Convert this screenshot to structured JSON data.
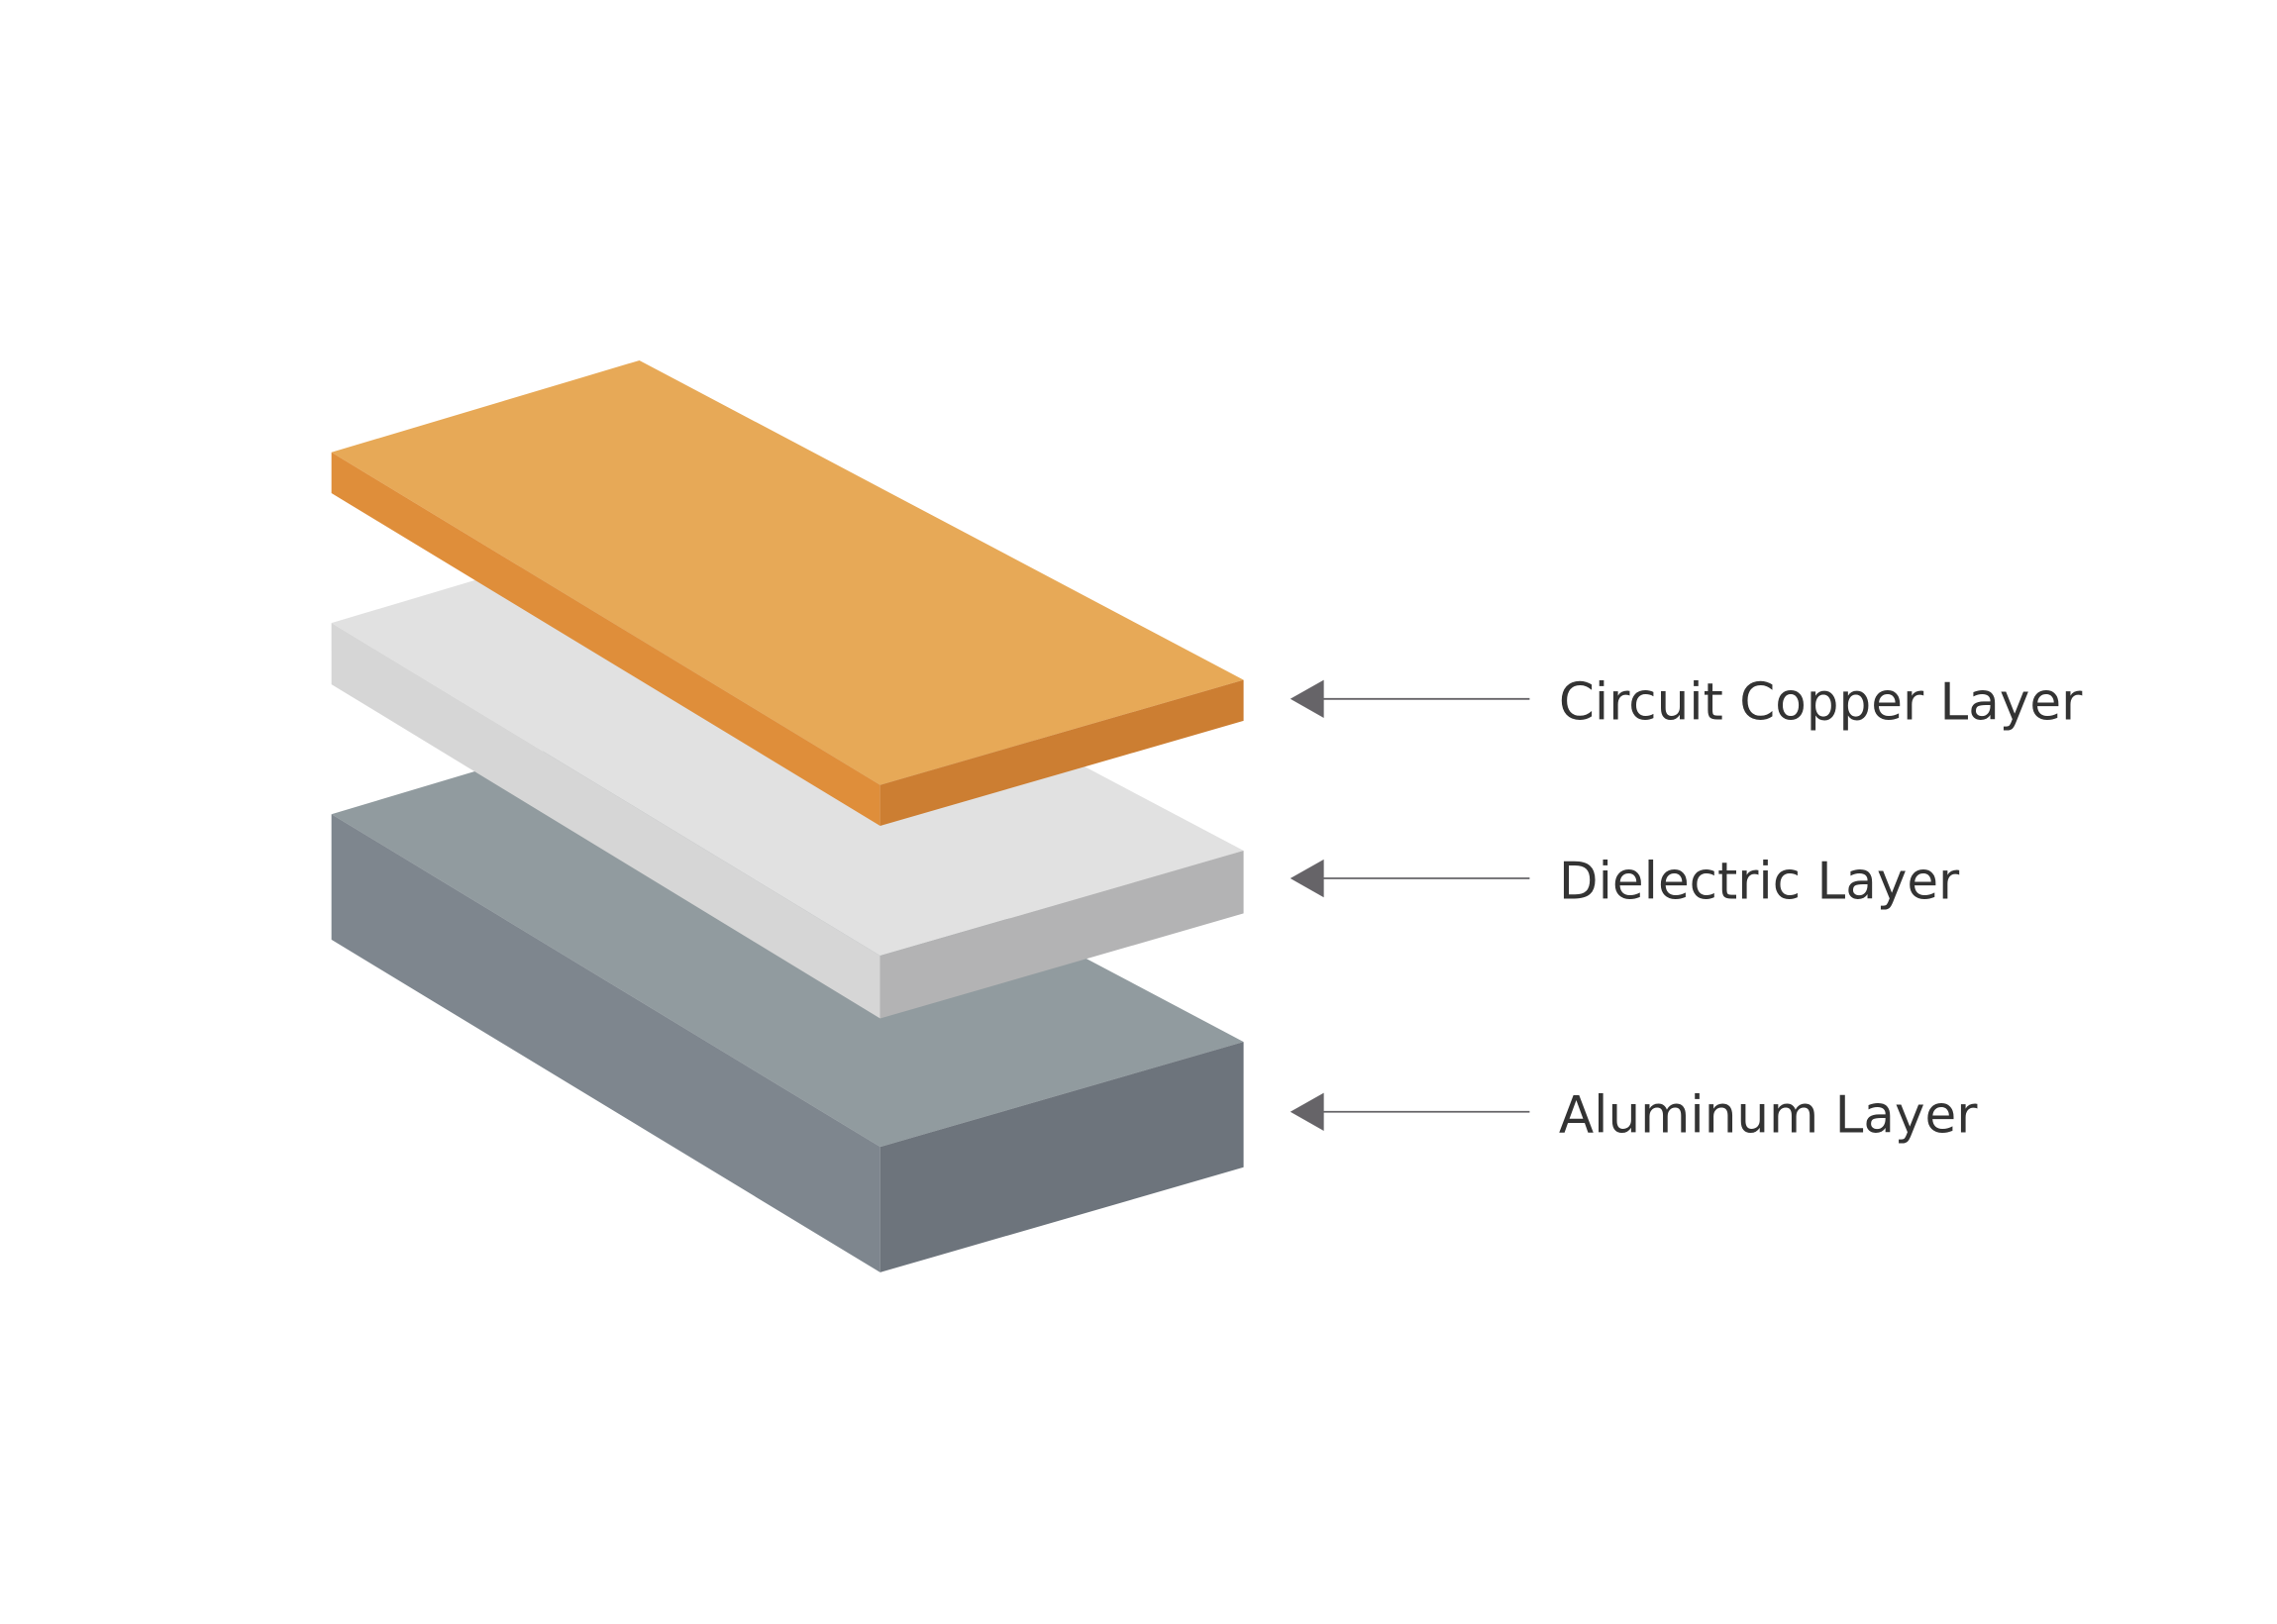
{
  "diagram": {
    "type": "exploded layer stack",
    "layers": [
      {
        "label": "Circuit Copper Layer",
        "color_top": "#E7A957",
        "color_left": "#DF8E3A",
        "color_right": "#CC7E32"
      },
      {
        "label": "Dielectric Layer",
        "color_top": "#E1E1E1",
        "color_left": "#D6D6D6",
        "color_right": "#B3B3B4"
      },
      {
        "label": "Aluminum Layer",
        "color_top": "#919B9F",
        "color_left": "#7E868E",
        "color_right": "#6D747C"
      }
    ],
    "arrow_color": "#666468"
  }
}
